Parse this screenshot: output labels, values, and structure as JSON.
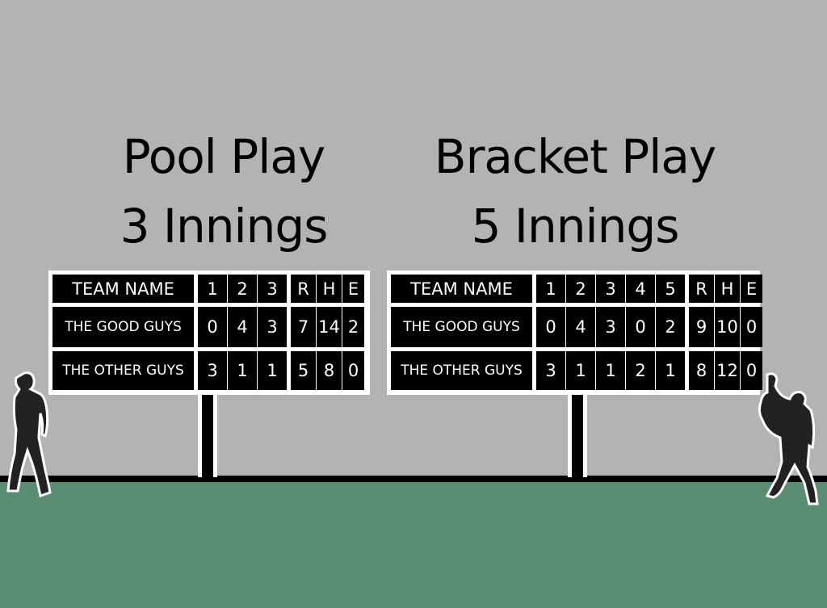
{
  "colors": {
    "sky": "#b3b3b3",
    "ground": "#5b8c74",
    "board": "#000000",
    "text": "#ffffff"
  },
  "pool": {
    "title": "Pool Play",
    "subtitle": "3 Innings",
    "header": [
      "TEAM NAME",
      "1",
      "2",
      "3",
      "R",
      "H",
      "E"
    ],
    "rows": [
      [
        "THE GOOD GUYS",
        "0",
        "4",
        "3",
        "7",
        "14",
        "2"
      ],
      [
        "THE OTHER GUYS",
        "3",
        "1",
        "1",
        "5",
        "8",
        "0"
      ]
    ]
  },
  "bracket": {
    "title": "Bracket Play",
    "subtitle": "5 Innings",
    "header": [
      "TEAM NAME",
      "1",
      "2",
      "3",
      "4",
      "5",
      "R",
      "H",
      "E"
    ],
    "rows": [
      [
        "THE GOOD GUYS",
        "0",
        "4",
        "3",
        "0",
        "2",
        "9",
        "10",
        "0"
      ],
      [
        "THE OTHER GUYS",
        "3",
        "1",
        "1",
        "2",
        "1",
        "8",
        "12",
        "0"
      ]
    ]
  }
}
